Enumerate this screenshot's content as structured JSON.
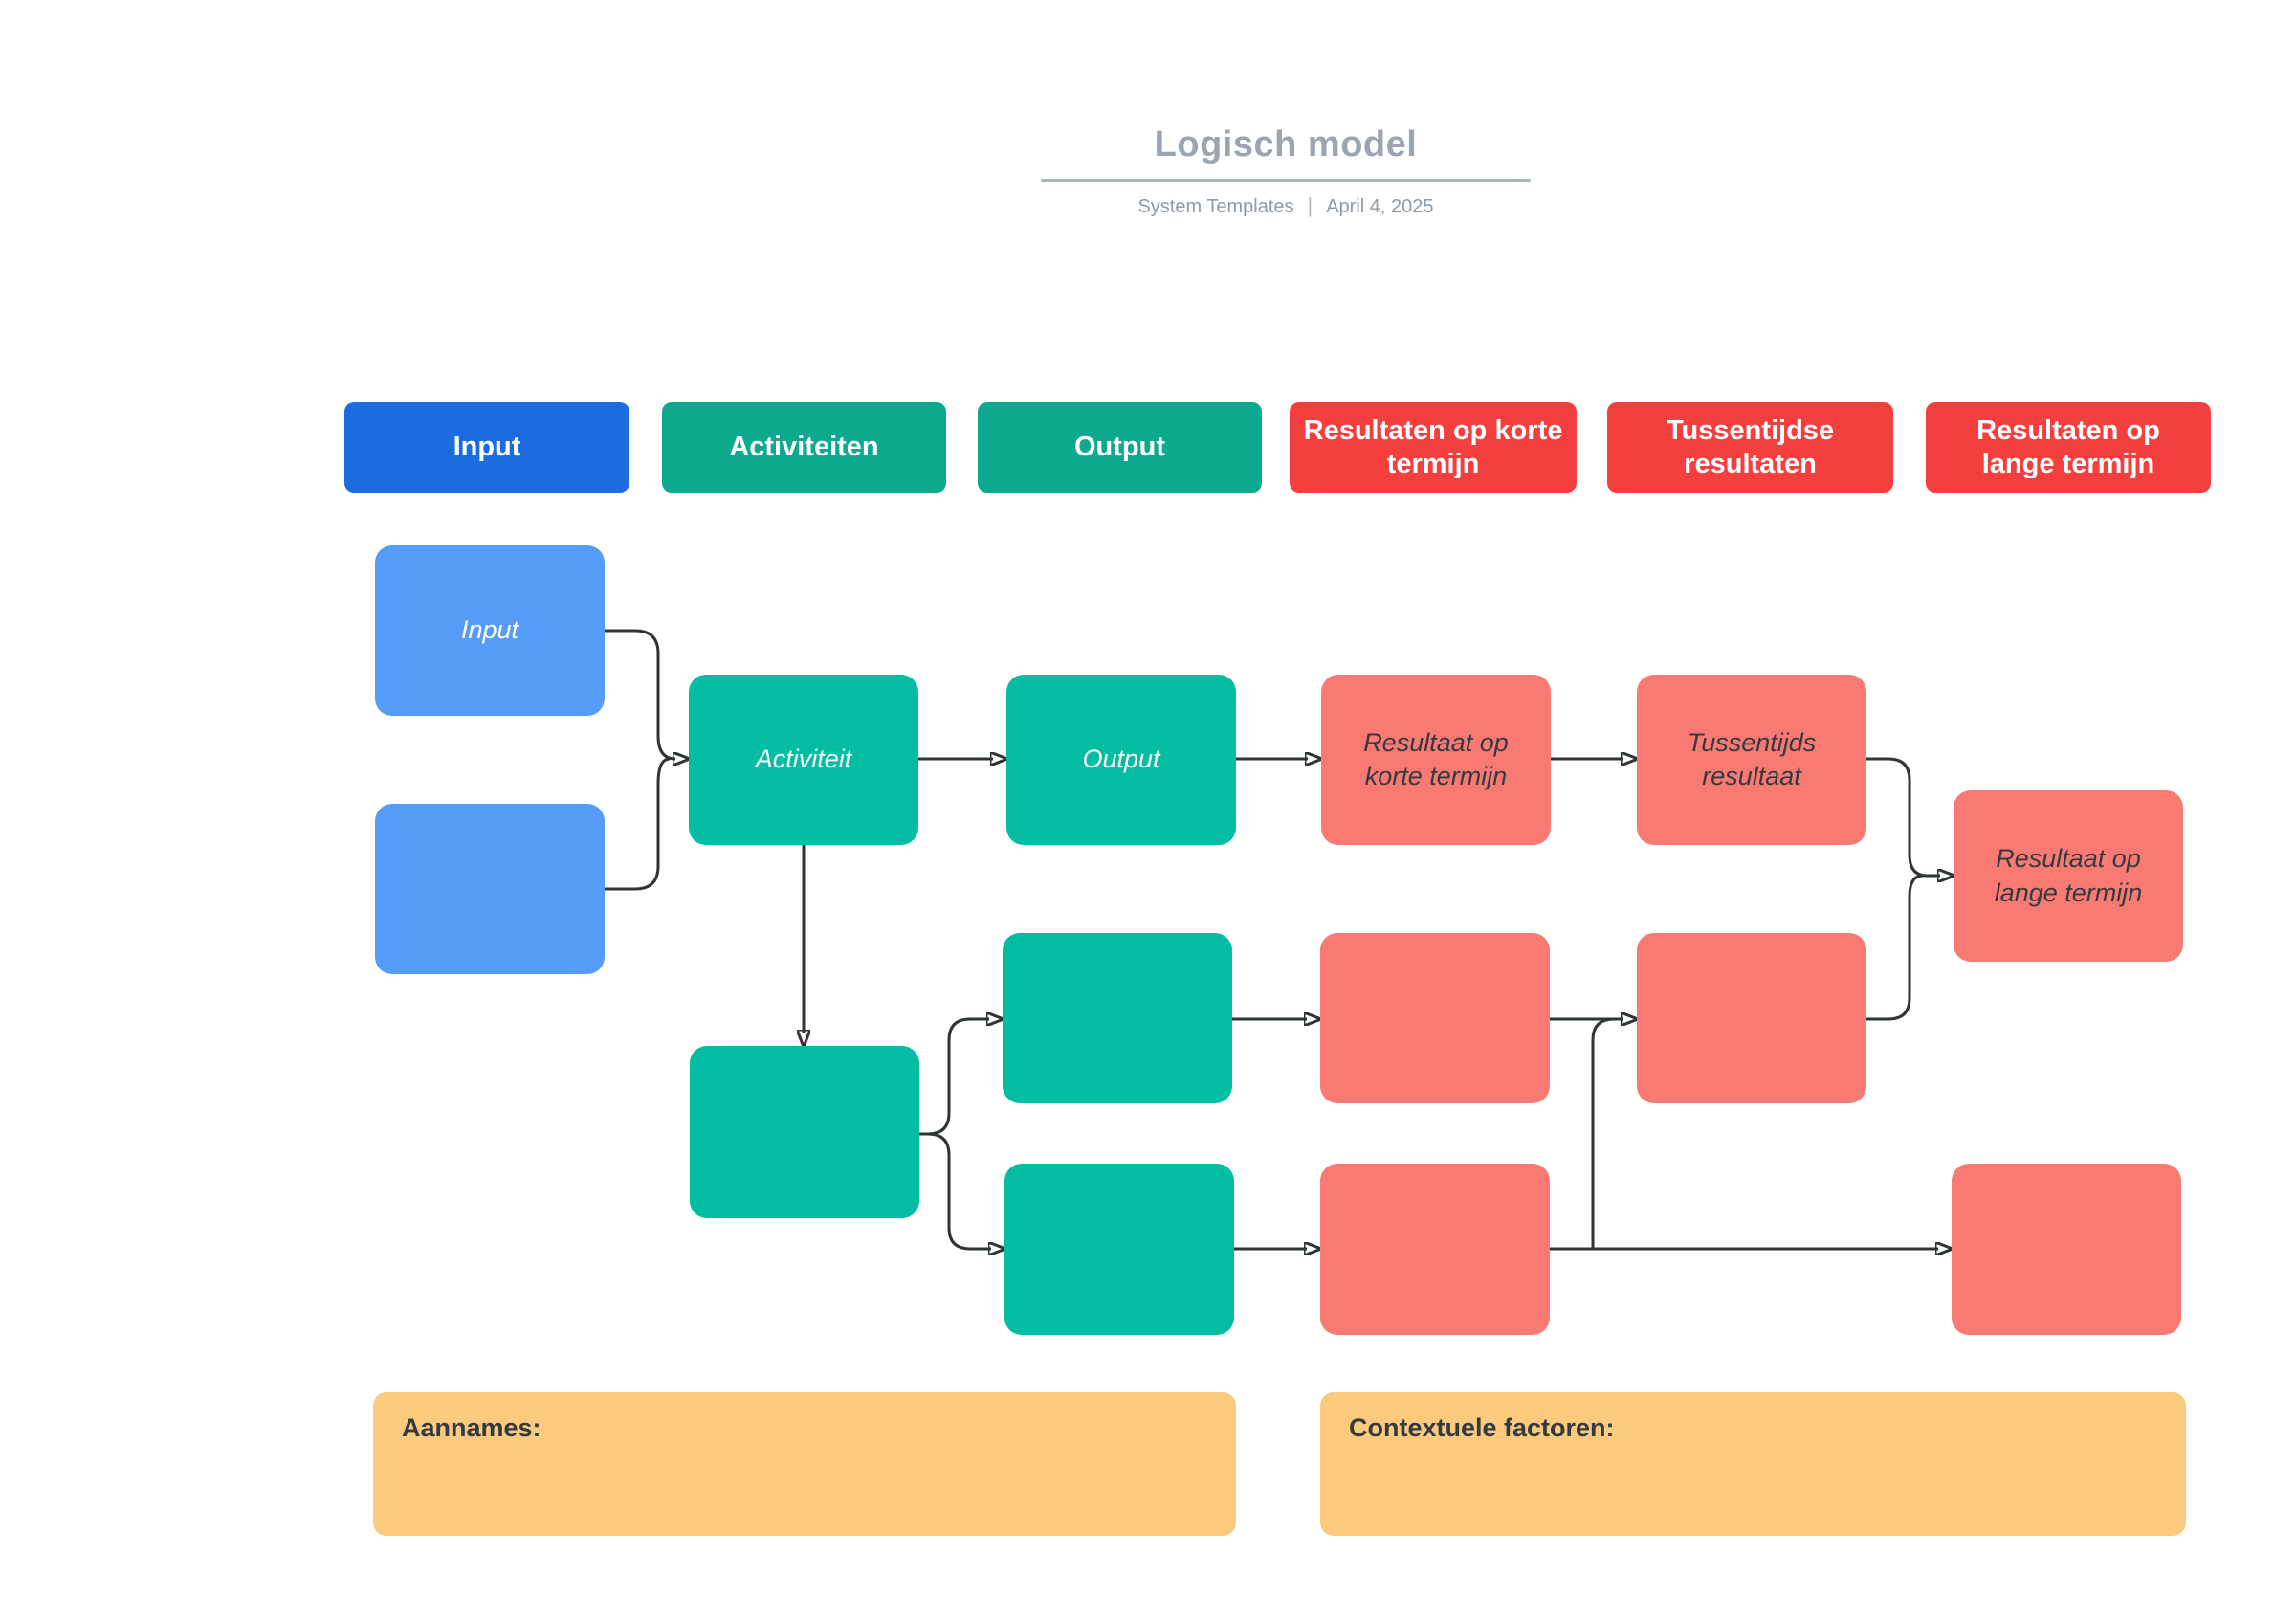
{
  "header": {
    "title": "Logisch model",
    "subtitle_author": "System Templates",
    "subtitle_separator": "|",
    "subtitle_date": "April 4, 2025"
  },
  "legend": {
    "items": [
      {
        "id": "input",
        "label": "Input"
      },
      {
        "id": "activiteiten",
        "label": "Activiteiten"
      },
      {
        "id": "output",
        "label": "Output"
      },
      {
        "id": "resultaten-korte-termijn",
        "label": "Resultaten op korte termijn"
      },
      {
        "id": "tussentijdse-resultaten",
        "label": "Tussentijdse resultaten"
      },
      {
        "id": "resultaten-lange-termijn",
        "label": "Resultaten op lange termijn"
      }
    ]
  },
  "nodes": {
    "input_1": {
      "label": "Input"
    },
    "input_2": {
      "label": ""
    },
    "activiteit_1": {
      "label": "Activiteit"
    },
    "activiteit_2": {
      "label": ""
    },
    "output_1": {
      "label": "Output"
    },
    "output_2": {
      "label": ""
    },
    "output_3": {
      "label": ""
    },
    "resultaat_korte_1": {
      "label": "Resultaat op korte termijn"
    },
    "resultaat_korte_2": {
      "label": ""
    },
    "resultaat_korte_3": {
      "label": ""
    },
    "tussentijds_1": {
      "label": "Tussentijds resultaat"
    },
    "tussentijds_2": {
      "label": ""
    },
    "resultaat_lange_1": {
      "label": "Resultaat op lange termijn"
    },
    "resultaat_lange_2": {
      "label": ""
    }
  },
  "notes": {
    "aannames_label": "Aannames:",
    "contextuele_label": "Contextuele factoren:"
  },
  "colors": {
    "legend-blue": "#1b6ce1",
    "legend-teal": "#0ca98e",
    "legend-red": "#f53e3e",
    "node-blue": "#549cf8",
    "node-teal": "#03bda3",
    "node-salmon": "#f87a72",
    "note-yellow": "#fbca7d",
    "connector": "#2f3437",
    "title-gray": "#9ca4b0"
  }
}
